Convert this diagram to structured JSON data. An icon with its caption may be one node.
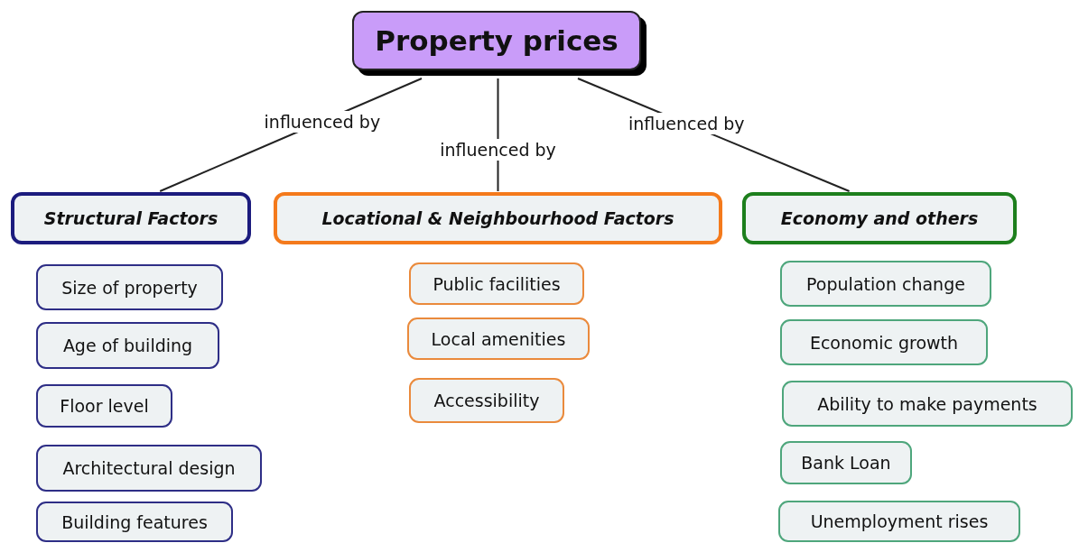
{
  "diagram": {
    "nodes": [
      {
        "text": [
          "Property prices"
        ]
      },
      {
        "text": [
          "Structural Factors"
        ]
      },
      {
        "text": [
          "Locational & Neighbourhood Factors"
        ]
      },
      {
        "text": [
          "Economy and others"
        ]
      },
      {
        "text": [
          "Size of property"
        ]
      },
      {
        "text": [
          "Age of building"
        ]
      },
      {
        "text": [
          "Floor level"
        ]
      },
      {
        "text": [
          "Architectural design"
        ]
      },
      {
        "text": [
          "Building features"
        ]
      },
      {
        "text": [
          "Public facilities"
        ]
      },
      {
        "text": [
          "Local amenities"
        ]
      },
      {
        "text": [
          "Accessibility"
        ]
      },
      {
        "text": [
          "Population change"
        ]
      },
      {
        "text": [
          "Economic growth"
        ]
      },
      {
        "text": [
          "Ability to make payments"
        ]
      },
      {
        "text": [
          "Bank Loan"
        ]
      },
      {
        "text": [
          "Unemployment rises"
        ]
      }
    ],
    "edges": [
      {
        "from": 0,
        "to": 1,
        "arrow": "none",
        "label": "influenced by"
      },
      {
        "from": 0,
        "to": 2,
        "arrow": "none",
        "label": "influenced by"
      },
      {
        "from": 0,
        "to": 3,
        "arrow": "none",
        "label": "influenced by"
      }
    ]
  }
}
